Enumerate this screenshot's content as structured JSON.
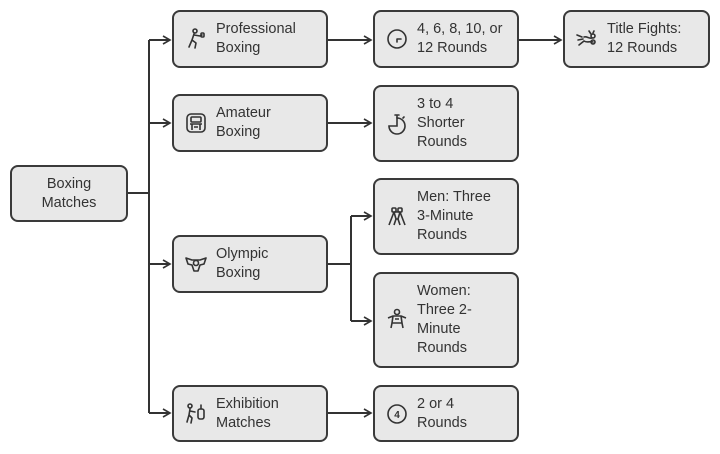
{
  "diagram": {
    "title": "Boxing Matches",
    "root": {
      "label": "Boxing\nMatches"
    },
    "categories": [
      {
        "label": "Professional\nBoxing",
        "icon": "boxer-punching-icon",
        "children": [
          {
            "label": "4, 6, 8, 10, or\n12 Rounds",
            "icon": "clock-icon",
            "children": [
              {
                "label": "Title Fights:\n12 Rounds",
                "icon": "punch-impact-icon"
              }
            ]
          }
        ]
      },
      {
        "label": "Amateur\nBoxing",
        "icon": "headgear-icon",
        "children": [
          {
            "label": "3 to 4\nShorter\nRounds",
            "icon": "stopwatch-icon"
          }
        ]
      },
      {
        "label": "Olympic\nBoxing",
        "icon": "championship-belt-icon",
        "children": [
          {
            "label": "Men: Three\n3-Minute\nRounds",
            "icon": "male-boxer-icon"
          },
          {
            "label": "Women:\nThree 2-\nMinute\nRounds",
            "icon": "female-boxer-icon"
          }
        ]
      },
      {
        "label": "Exhibition\nMatches",
        "icon": "boxer-with-bag-icon",
        "children": [
          {
            "label": "2 or 4\nRounds",
            "icon": "number-four-circle-icon"
          }
        ]
      }
    ]
  }
}
